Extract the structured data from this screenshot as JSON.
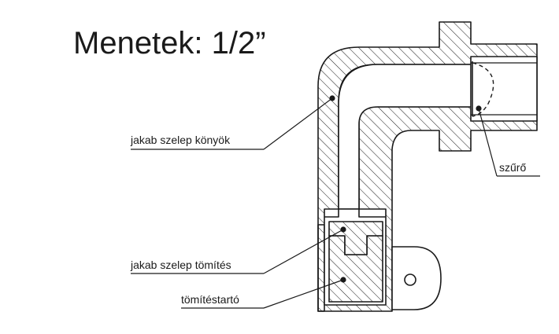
{
  "diagram": {
    "title": "Menetek: 1/2”",
    "labels": {
      "elbow": "jakab szelep könyök",
      "filter": "szűrő",
      "seal": "jakab szelep tömítés",
      "seal_holder": "tömítéstartó"
    }
  }
}
